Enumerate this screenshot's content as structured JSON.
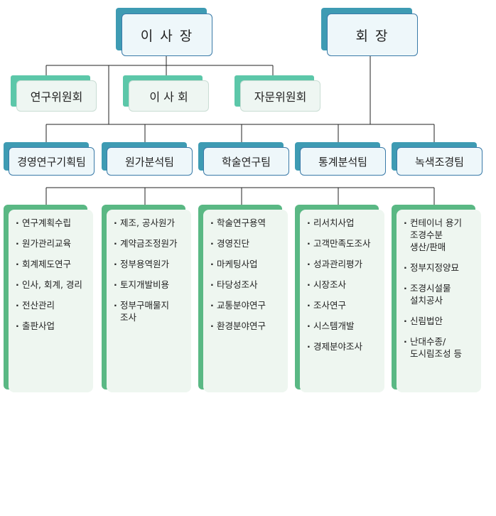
{
  "top": {
    "board_chair": "이 사 장",
    "president": "회 장"
  },
  "committees": [
    "연구위원회",
    "이 사 회",
    "자문위원회"
  ],
  "teams": [
    "경영연구기획팀",
    "원가분석팀",
    "학술연구팀",
    "통계분석팀",
    "녹색조경팀"
  ],
  "duties": [
    [
      "연구계획수립",
      "원가관리교육",
      "회계제도연구",
      "인사, 회계, 경리",
      "전산관리",
      "출판사업"
    ],
    [
      "제조, 공사원가",
      "계약금조정원가",
      "정부용역원가",
      "토지개발비용",
      "정부구매물지\n조사"
    ],
    [
      "학술연구용역",
      "경영진단",
      "마케팅사업",
      "타당성조사",
      "교통분야연구",
      "환경분야연구"
    ],
    [
      "리서치사업",
      "고객만족도조사",
      "성과관리평가",
      "시장조사",
      "조사연구",
      "시스템개발",
      "경제분야조사"
    ],
    [
      "컨테이너 용기\n조경수분\n생산/판매",
      "정부지정양묘",
      "조경시설물\n설치공사",
      "신림법안",
      "난대수종/\n도시림조성 등"
    ]
  ],
  "colors": {
    "header_tab": "#3e9bb3",
    "header_border": "#3a7aa8",
    "committee_tab": "#5cc7a9",
    "duty_tab": "#5ab884",
    "card_fill": "#eef7fa"
  }
}
